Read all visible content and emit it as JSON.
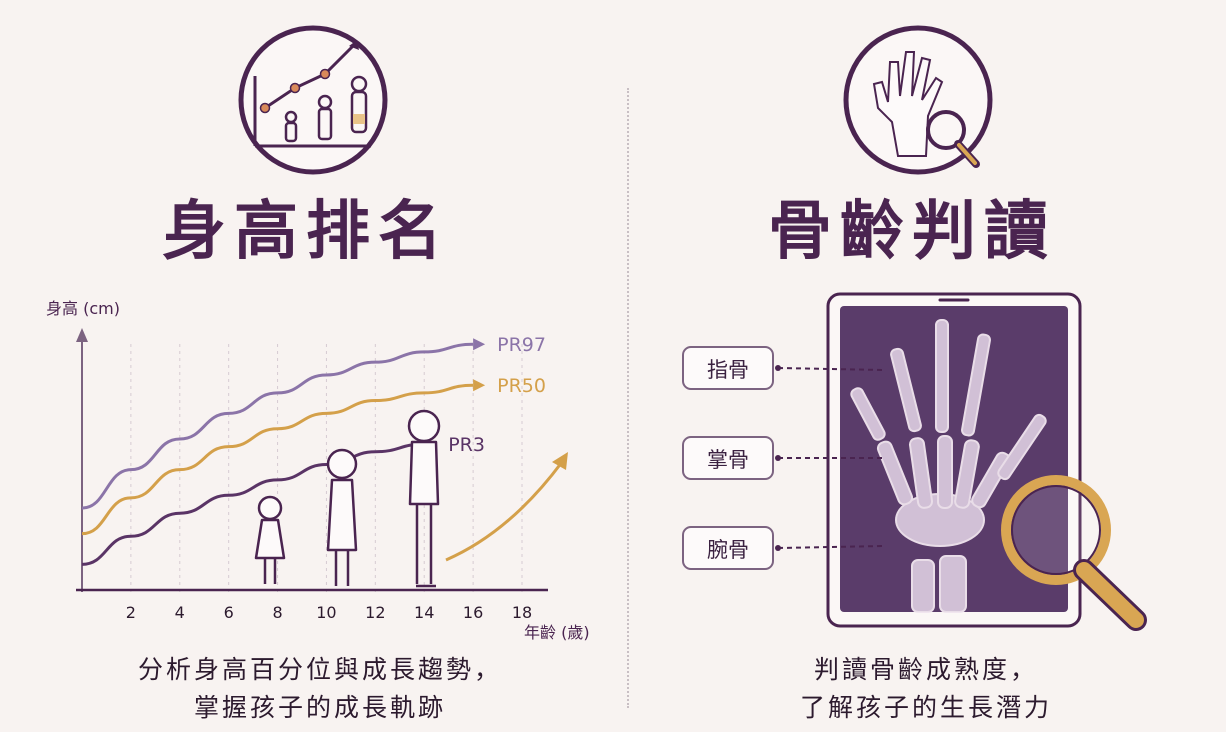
{
  "left_panel": {
    "title": "身高排名",
    "description_line1": "分析身高百分位與成長趨勢，",
    "description_line2": "掌握孩子的成長軌跡",
    "icon": "growth-chart-icon"
  },
  "right_panel": {
    "title": "骨齡判讀",
    "description_line1": "判讀骨齡成熟度，",
    "description_line2": "了解孩子的生長潛力",
    "icon": "hand-xray-magnifier-icon",
    "bone_labels": [
      "指骨",
      "掌骨",
      "腕骨"
    ]
  },
  "colors": {
    "primary": "#4a2450",
    "pr97": "#8b74a8",
    "pr50": "#d4a04a",
    "pr3": "#5a3466",
    "xray_bg": "#5a3c6a",
    "magnifier": "#d9a653"
  },
  "chart_data": {
    "type": "line",
    "xlabel": "年齡 (歲)",
    "ylabel": "身高 (cm)",
    "x_ticks": [
      2,
      4,
      6,
      8,
      10,
      12,
      14,
      16,
      18
    ],
    "xlim": [
      0,
      18
    ],
    "grid": true,
    "series": [
      {
        "name": "PR97",
        "label": "PR97",
        "points": [
          [
            0,
            0.32
          ],
          [
            2,
            0.47
          ],
          [
            4,
            0.59
          ],
          [
            6,
            0.69
          ],
          [
            8,
            0.77
          ],
          [
            10,
            0.84
          ],
          [
            12,
            0.89
          ],
          [
            14,
            0.93
          ],
          [
            16,
            0.96
          ]
        ]
      },
      {
        "name": "PR50",
        "label": "PR50",
        "points": [
          [
            0,
            0.22
          ],
          [
            2,
            0.36
          ],
          [
            4,
            0.47
          ],
          [
            6,
            0.56
          ],
          [
            8,
            0.63
          ],
          [
            10,
            0.69
          ],
          [
            12,
            0.74
          ],
          [
            14,
            0.77
          ],
          [
            16,
            0.8
          ]
        ]
      },
      {
        "name": "PR3",
        "label": "PR3",
        "points": [
          [
            0,
            0.1
          ],
          [
            2,
            0.21
          ],
          [
            4,
            0.3
          ],
          [
            6,
            0.37
          ],
          [
            8,
            0.43
          ],
          [
            10,
            0.49
          ],
          [
            12,
            0.54
          ],
          [
            14,
            0.57
          ]
        ]
      }
    ]
  }
}
